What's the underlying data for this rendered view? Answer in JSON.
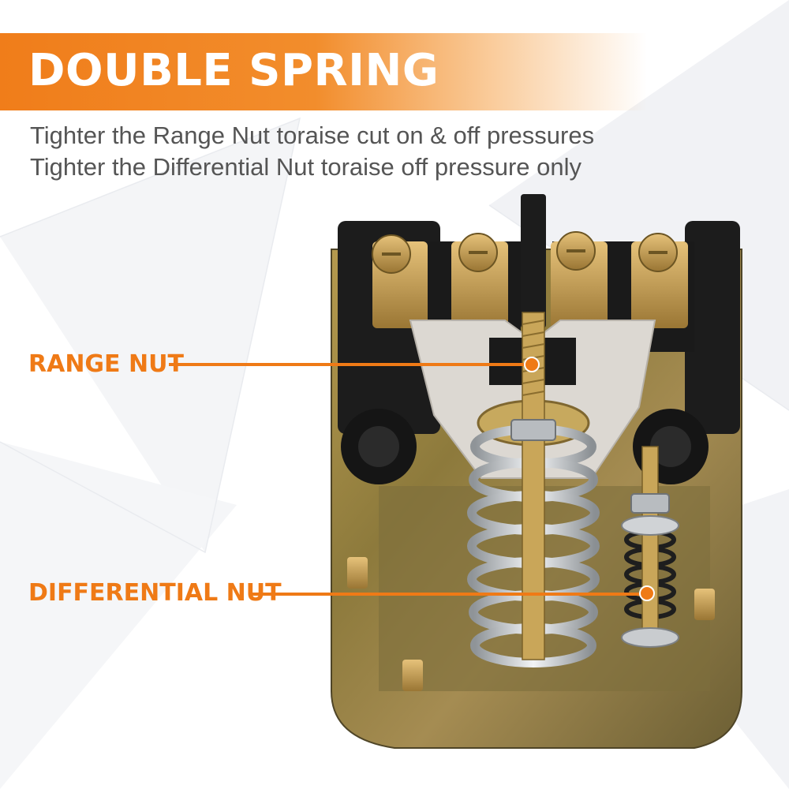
{
  "header": {
    "title": "DOUBLE SPRING",
    "subtitle_line1": "Tighter the Range Nut toraise cut on & off pressures",
    "subtitle_line2": "Tighter the Differential Nut toraise off pressure only"
  },
  "callouts": {
    "range_nut": "RANGE NUT",
    "differential_nut": "DIFFERENTIAL NUT"
  },
  "colors": {
    "accent": "#ef7a16",
    "title_text": "#ffffff",
    "subtitle_text": "#555555"
  },
  "image": {
    "subject": "pressure switch with double spring"
  }
}
